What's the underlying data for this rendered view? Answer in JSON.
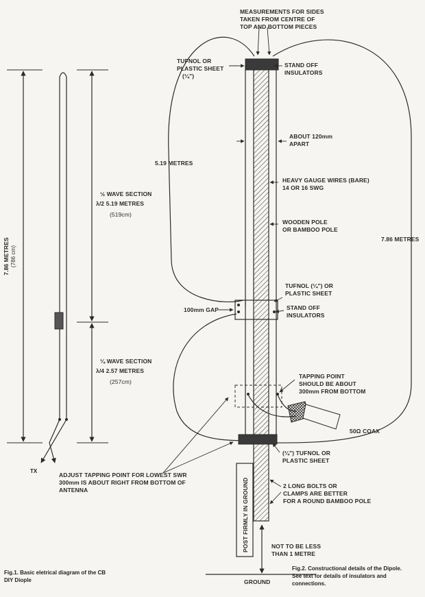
{
  "fig1": {
    "overall_length": "7.86 METRES",
    "overall_length_cm": "(786 cm)",
    "half_wave_section": "½ WAVE SECTION",
    "half_wave_fraction": "λ/2 5.19 METRES",
    "half_wave_cm": "(519cm)",
    "quarter_wave_section": "¼ WAVE SECTION",
    "quarter_wave_fraction": "λ/4 2.57 METRES",
    "quarter_wave_cm": "(257cm)",
    "tx": "TX",
    "caption_line1": "Fig.1. Basic eletrical diagram of the CB",
    "caption_line2": "DIY Diople"
  },
  "fig2": {
    "measurements_line1": "MEASUREMENTS FOR SIDES",
    "measurements_line2": "TAKEN FROM CENTRE OF",
    "measurements_line3": "TOP AND BOTTOM PIECES",
    "tufnol_top_line1": "TUFNOL OR",
    "tufnol_top_line2": "PLASTIC SHEET",
    "tufnol_top_line3": "(¼\")",
    "standoff_top_line1": "STAND OFF",
    "standoff_top_line2": "INSULATORS",
    "apart_line1": "ABOUT 120mm",
    "apart_line2": "APART",
    "side_length_left": "5.19 METRES",
    "wires_line1": "HEAVY GAUGE WIRES (BARE)",
    "wires_line2": "14 OR 16 SWG",
    "pole_line1": "WOODEN POLE",
    "pole_line2": "OR BAMBOO POLE",
    "side_length_right": "7.86 METRES",
    "tufnol_mid_line1": "TUFNOL (¼\") OR",
    "tufnol_mid_line2": "PLASTIC SHEET",
    "gap": "100mm GAP",
    "standoff_mid_line1": "STAND OFF",
    "standoff_mid_line2": "INSULATORS",
    "tapping_line1": "TAPPING POINT",
    "tapping_line2": "SHOULD BE ABOUT",
    "tapping_line3": "300mm FROM BOTTOM",
    "coax": "50Ω COAX",
    "tufnol_bottom_line1": "(¼\") TUFNOL OR",
    "tufnol_bottom_line2": "PLASTIC SHEET",
    "adjust_line1": "ADJUST TAPPING POINT FOR LOWEST SWR",
    "adjust_line2": "300mm IS ABOUT RIGHT FROM BOTTOM OF",
    "adjust_line3": "ANTENNA",
    "post": "POST FIRMLY IN GROUND",
    "bolts_line1": "2 LONG BOLTS OR",
    "bolts_line2": "CLAMPS ARE BETTER",
    "bolts_line3": "FOR A ROUND BAMBOO POLE",
    "not_less_line1": "NOT TO BE LESS",
    "not_less_line2": "THAN 1 METRE",
    "ground": "GROUND",
    "caption_line1": "Fig.2. Constructional details of the Dipole.",
    "caption_line2": "See text for details of insulators and",
    "caption_line3": "connections."
  },
  "colors": {
    "ink": "#2a2a2a",
    "paper": "#f7f5f1"
  }
}
